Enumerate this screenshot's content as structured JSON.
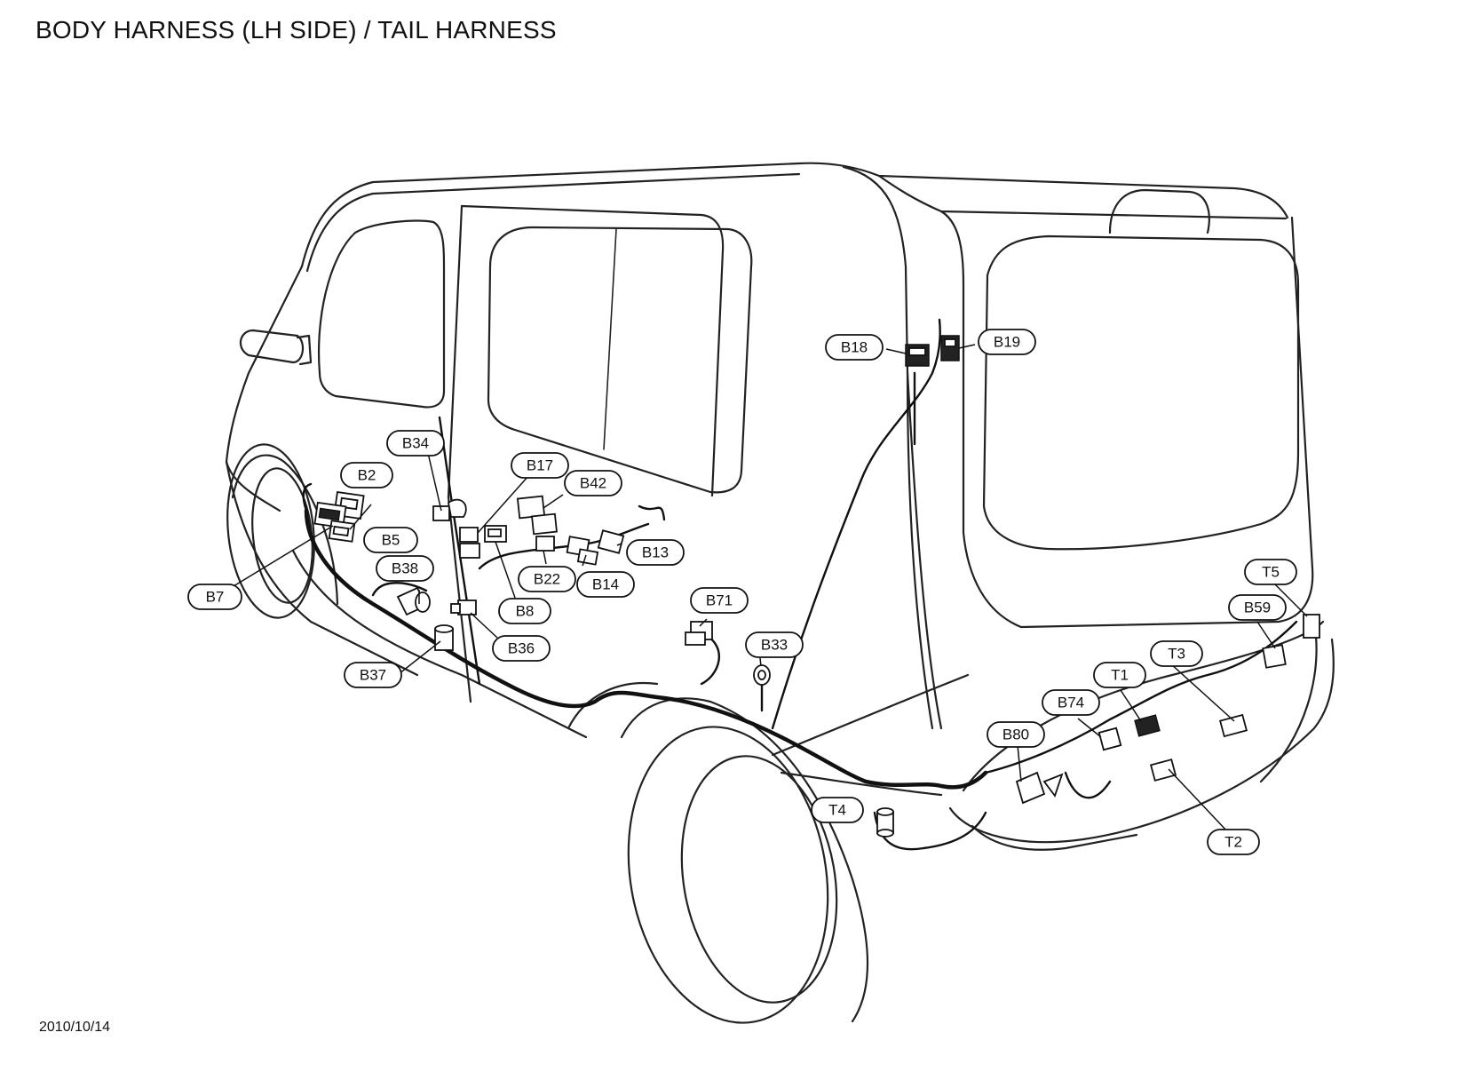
{
  "title": "BODY HARNESS (LH SIDE) / TAIL HARNESS",
  "date": "2010/10/14",
  "labels": {
    "B2": "B2",
    "B5": "B5",
    "B7": "B7",
    "B8": "B8",
    "B13": "B13",
    "B14": "B14",
    "B17": "B17",
    "B18": "B18",
    "B19": "B19",
    "B22": "B22",
    "B33": "B33",
    "B34": "B34",
    "B36": "B36",
    "B37": "B37",
    "B38": "B38",
    "B42": "B42",
    "B59": "B59",
    "B71": "B71",
    "B74": "B74",
    "B80": "B80",
    "T1": "T1",
    "T2": "T2",
    "T3": "T3",
    "T4": "T4",
    "T5": "T5"
  }
}
